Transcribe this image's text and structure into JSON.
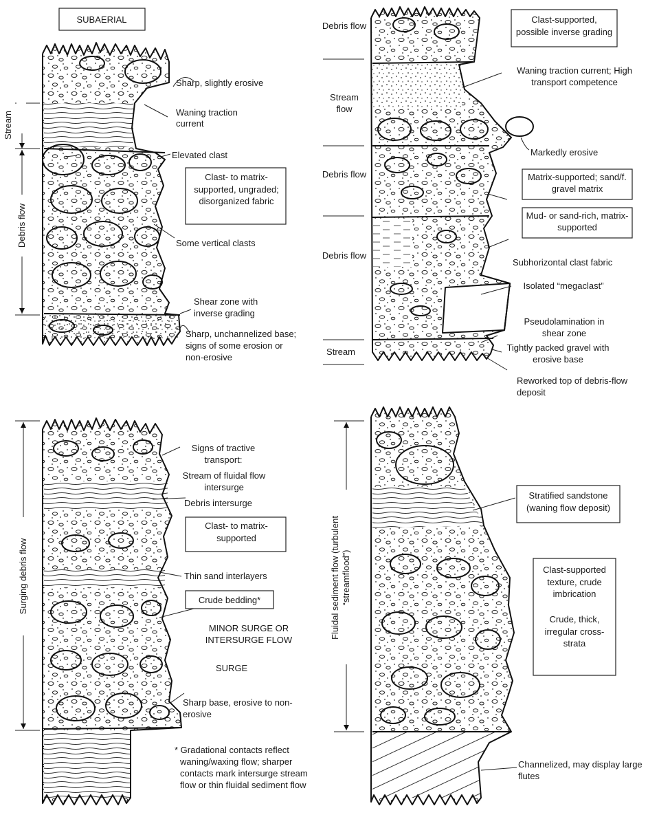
{
  "panel_a": {
    "setting_box": "SUBAERIAL",
    "units": [
      "Stream",
      "Debris flow"
    ],
    "labels": [
      "Sharp, slightly erosive",
      "Waning traction current",
      "Elevated clast",
      "Some vertical clasts",
      "Shear zone with inverse grading",
      "Sharp, unchannelized base; signs of some erosion or non-erosive"
    ],
    "boxed_labels": [
      "Clast- to matrix-supported, ungraded; disorganized fabric"
    ]
  },
  "panel_b": {
    "units": [
      "Debris flow",
      "Stream flow",
      "Debris flow",
      "Debris flow",
      "Stream"
    ],
    "labels": [
      "Waning traction current; High transport competence",
      "Markedly erosive",
      "Subhorizontal clast fabric",
      "Isolated “megaclast”",
      "Pseudolamination in shear zone",
      "Tightly packed gravel with erosive base",
      "Reworked top of debris-flow deposit"
    ],
    "boxed_labels": [
      "Clast-supported, possible inverse grading",
      "Matrix-supported; sand/f. gravel matrix",
      "Mud- or sand-rich, matrix-supported"
    ]
  },
  "panel_c": {
    "units": [
      "Surging debris flow"
    ],
    "labels": [
      "Signs of tractive transport:",
      "Stream of fluidal flow intersurge",
      "Debris intersurge",
      "Thin sand interlayers",
      "MINOR SURGE OR INTERSURGE FLOW",
      "SURGE",
      "Sharp base, erosive to non-erosive"
    ],
    "boxed_labels": [
      "Clast- to matrix-supported",
      "Crude bedding*"
    ],
    "footnote": "* Gradational contacts reflect waning/waxing flow; sharper contacts mark intersurge stream flow or thin fluidal sediment flow"
  },
  "panel_d": {
    "units": [
      "Fluidal sediment flow (turbulent “streamflood”)"
    ],
    "labels": [
      "Crude, thick, irregular cross-strata",
      "Channelized, may display large flutes"
    ],
    "boxed_labels": [
      "Stratified sandstone (waning flow deposit)",
      "Clast-supported texture, crude imbrication"
    ]
  }
}
